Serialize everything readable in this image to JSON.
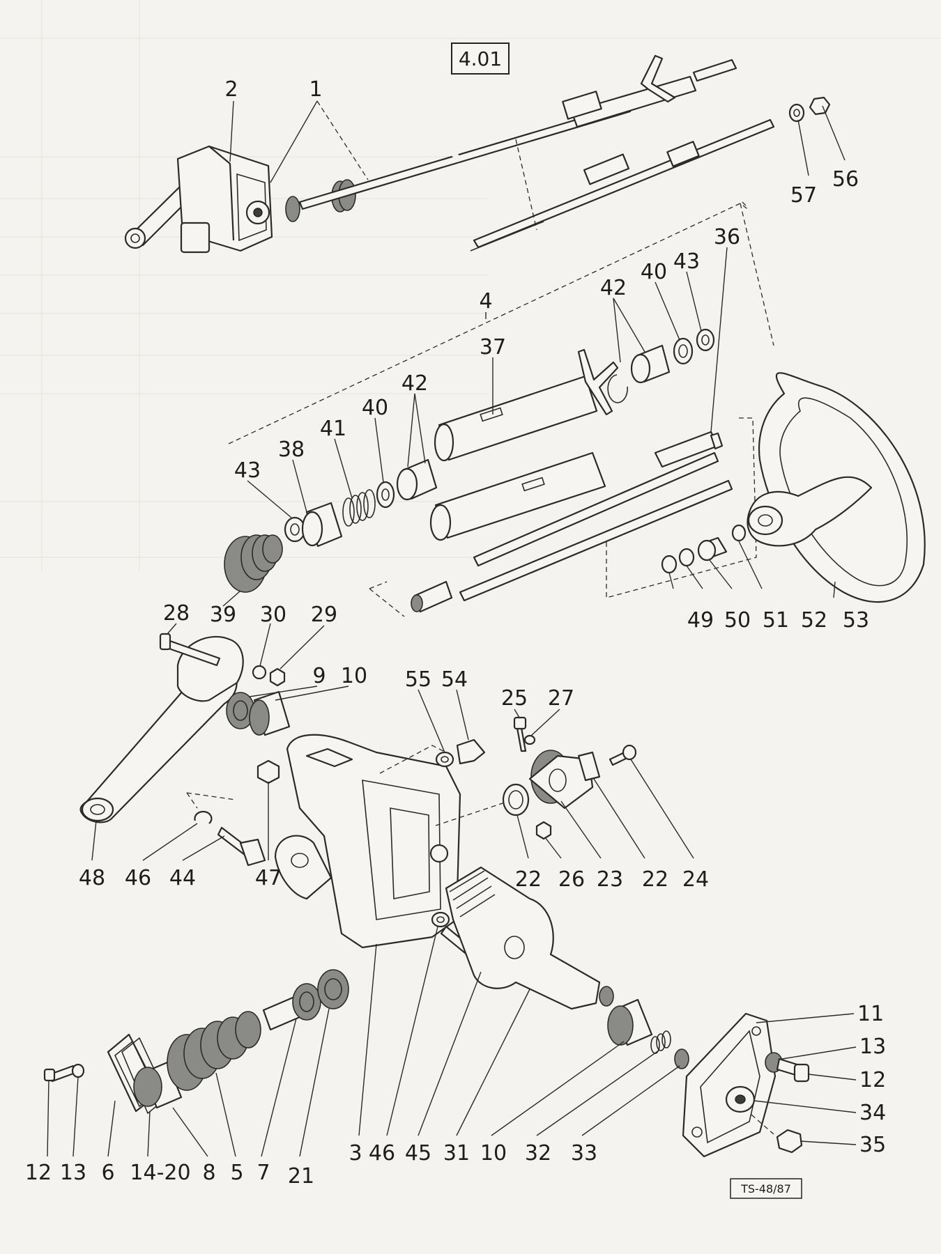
{
  "figure_code": "4.01",
  "drawing_ref": "TS-48/87",
  "labels": [
    "1",
    "2",
    "56",
    "57",
    "4",
    "36",
    "43",
    "40",
    "42",
    "37",
    "42",
    "40",
    "41",
    "38",
    "43",
    "39",
    "28",
    "30",
    "29",
    "9",
    "10",
    "55",
    "54",
    "25",
    "27",
    "53",
    "49",
    "50",
    "51",
    "52",
    "48",
    "46",
    "44",
    "47",
    "22",
    "26",
    "23",
    "22",
    "24",
    "11",
    "13",
    "12",
    "34",
    "35",
    "12",
    "13",
    "6",
    "14-20",
    "8",
    "5",
    "7",
    "21",
    "3",
    "46",
    "45",
    "31",
    "10",
    "32",
    "33"
  ]
}
